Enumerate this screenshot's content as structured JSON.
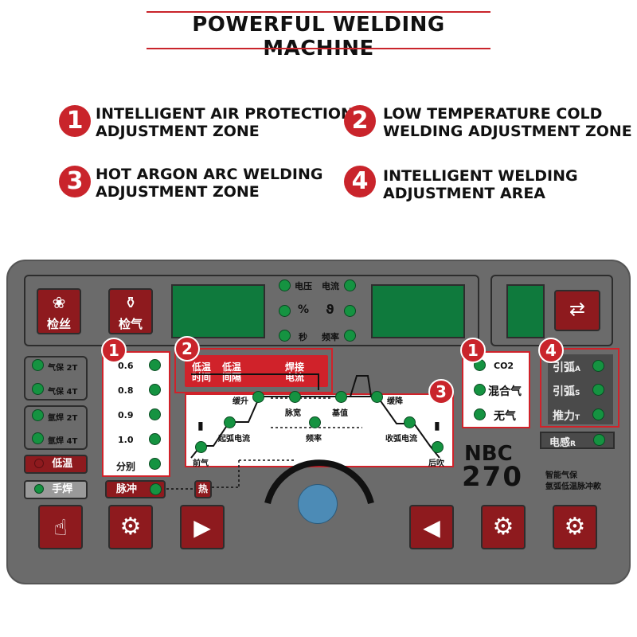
{
  "header": {
    "title": "POWERFUL WELDING MACHINE"
  },
  "features": [
    {
      "num": "1",
      "line1": "INTELLIGENT AIR PROTECTION",
      "line2": "ADJUSTMENT ZONE"
    },
    {
      "num": "2",
      "line1": "LOW TEMPERATURE COLD",
      "line2": "WELDING ADJUSTMENT ZONE"
    },
    {
      "num": "3",
      "line1": "HOT ARGON ARC WELDING",
      "line2": "ADJUSTMENT ZONE"
    },
    {
      "num": "4",
      "line1": "INTELLIGENT WELDING",
      "line2": "ADJUSTMENT AREA"
    }
  ],
  "colors": {
    "accent": "#c9242b",
    "panel": "#6b6b6b",
    "lcd": "#0f7a3d",
    "led": "#159341",
    "button": "#8e1a1e"
  },
  "panel": {
    "top_buttons": {
      "wire_check": "检丝",
      "gas_check": "检气"
    },
    "meter_labels": {
      "voltage": "电压",
      "current": "电流",
      "percent": "%",
      "second": "秒",
      "frequency": "频率"
    },
    "mode_list": [
      "气保 2T",
      "气保 4T",
      "氩焊 2T",
      "氩焊 4T"
    ],
    "low_temp": "低温",
    "manual_weld": "手焊",
    "wire_sizes": [
      "0.6",
      "0.8",
      "0.9",
      "1.0",
      "分别"
    ],
    "cold_weld": {
      "low_temp_time": [
        "低温",
        "时间"
      ],
      "low_temp_interval": [
        "低温",
        "间隔"
      ],
      "weld_current": [
        "焊接",
        "电流"
      ]
    },
    "argon": {
      "slow_rise": "缓升",
      "pulse_width": "脉宽",
      "base_value": "基值",
      "slow_fall": "缓降",
      "arc_start_current": "起弧电流",
      "frequency": "频率",
      "arc_end_current": "收弧电流",
      "pre_gas": "前气",
      "post_gas": "后吹"
    },
    "pulse": "脉冲",
    "heat": "热",
    "gas_types": [
      "CO2",
      "混合气",
      "无气"
    ],
    "arc_params": [
      {
        "name": "引弧",
        "sub": "A"
      },
      {
        "name": "引弧",
        "sub": "S"
      },
      {
        "name": "推力",
        "sub": "T"
      }
    ],
    "inductance": {
      "name": "电感",
      "sub": "R"
    },
    "model": {
      "line1": "NBC",
      "line2": "270",
      "desc1": "智能气保",
      "desc2": "氩弧低温脉冲款"
    },
    "badges": {
      "b1": "1",
      "b2": "2",
      "b3": "3",
      "b4": "4"
    }
  }
}
